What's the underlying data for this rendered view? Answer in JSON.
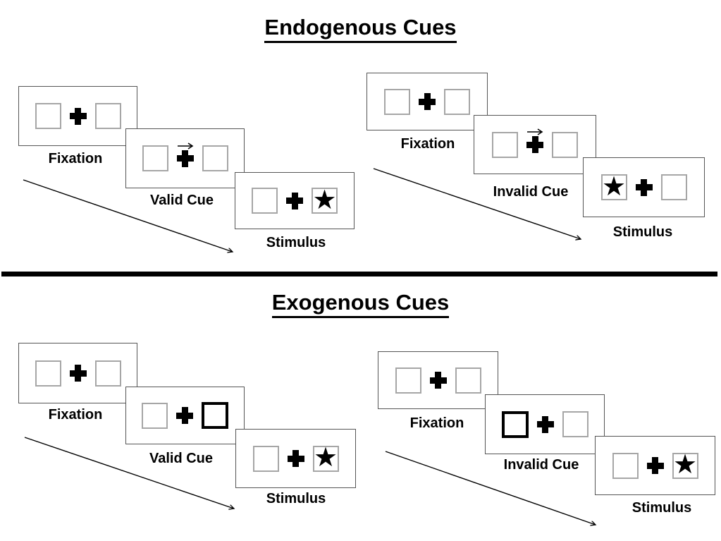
{
  "diagram": {
    "icons": {
      "star": "★"
    },
    "colors": {
      "ink": "#000000",
      "card_border": "#555555",
      "box_border": "#a6a6a6",
      "cue_highlight_border": "#000000"
    },
    "sections": [
      {
        "title": "Endogenous Cues",
        "trials": [
          {
            "name": "valid-trial",
            "steps": [
              {
                "label": "Fixation"
              },
              {
                "label": "Valid Cue"
              },
              {
                "label": "Stimulus"
              }
            ]
          },
          {
            "name": "invalid-trial",
            "steps": [
              {
                "label": "Fixation"
              },
              {
                "label": "Invalid Cue"
              },
              {
                "label": "Stimulus"
              }
            ]
          }
        ]
      },
      {
        "title": "Exogenous Cues",
        "trials": [
          {
            "name": "valid-trial",
            "steps": [
              {
                "label": "Fixation"
              },
              {
                "label": "Valid Cue"
              },
              {
                "label": "Stimulus"
              }
            ]
          },
          {
            "name": "invalid-trial",
            "steps": [
              {
                "label": "Fixation"
              },
              {
                "label": "Invalid Cue"
              },
              {
                "label": "Stimulus"
              }
            ]
          }
        ]
      }
    ]
  }
}
